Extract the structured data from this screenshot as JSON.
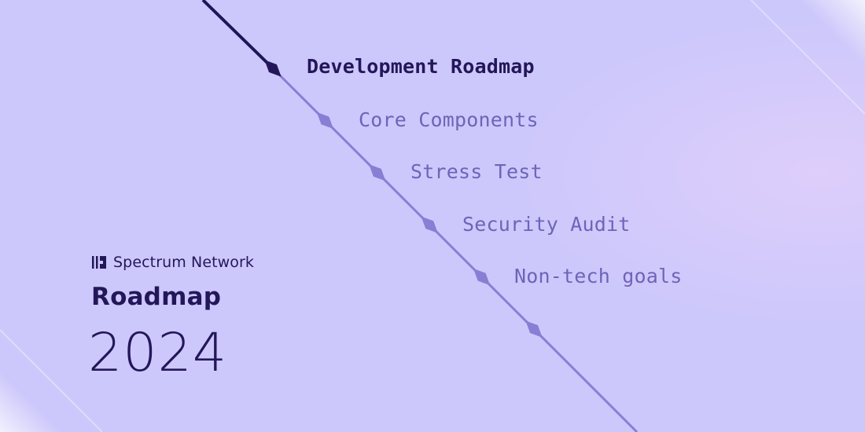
{
  "brand": {
    "name": "Spectrum Network",
    "logo_icon": "spectrum-logo-icon"
  },
  "title": "Roadmap",
  "year": "2024",
  "milestones": [
    {
      "label": "Development Roadmap",
      "active": true
    },
    {
      "label": "Core Components",
      "active": false
    },
    {
      "label": "Stress Test",
      "active": false
    },
    {
      "label": "Security Audit",
      "active": false
    },
    {
      "label": "Non-tech goals",
      "active": false
    },
    {
      "label": "",
      "active": false
    }
  ],
  "colors": {
    "background": "#cfc9fb",
    "ink": "#23175a",
    "muted_text": "#6e64b8",
    "line_active": "#1e1656",
    "line_muted": "#8a7fd6",
    "diamond_muted": "#887ed4"
  }
}
